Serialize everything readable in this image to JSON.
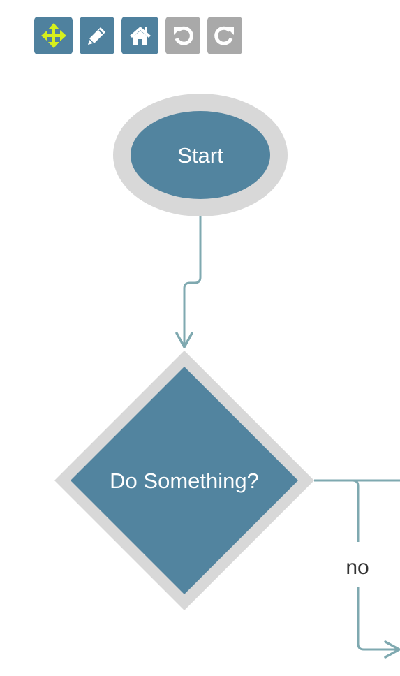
{
  "toolbar": {
    "buttons": [
      {
        "name": "pan-button",
        "icon": "move-arrows-icon",
        "enabled": true
      },
      {
        "name": "edit-button",
        "icon": "pencil-icon",
        "enabled": true
      },
      {
        "name": "home-button",
        "icon": "home-icon",
        "enabled": true
      },
      {
        "name": "undo-button",
        "icon": "undo-icon",
        "enabled": false
      },
      {
        "name": "redo-button",
        "icon": "redo-icon",
        "enabled": false
      }
    ]
  },
  "flowchart": {
    "nodes": {
      "start": {
        "label": "Start",
        "shape": "ellipse"
      },
      "decision": {
        "label": "Do Something?",
        "shape": "diamond"
      }
    },
    "edges": {
      "start_to_decision": {
        "label": ""
      },
      "decision_no": {
        "label": "no"
      }
    }
  },
  "colors": {
    "node_fill": "#52849f",
    "node_border": "#d8d8d8",
    "edge": "#7fa9b0",
    "button_active": "#4f819e",
    "button_disabled": "#a9a9a9",
    "move_icon": "#d6ef1c",
    "icon_white": "#ffffff",
    "edge_label_text": "#333333"
  }
}
